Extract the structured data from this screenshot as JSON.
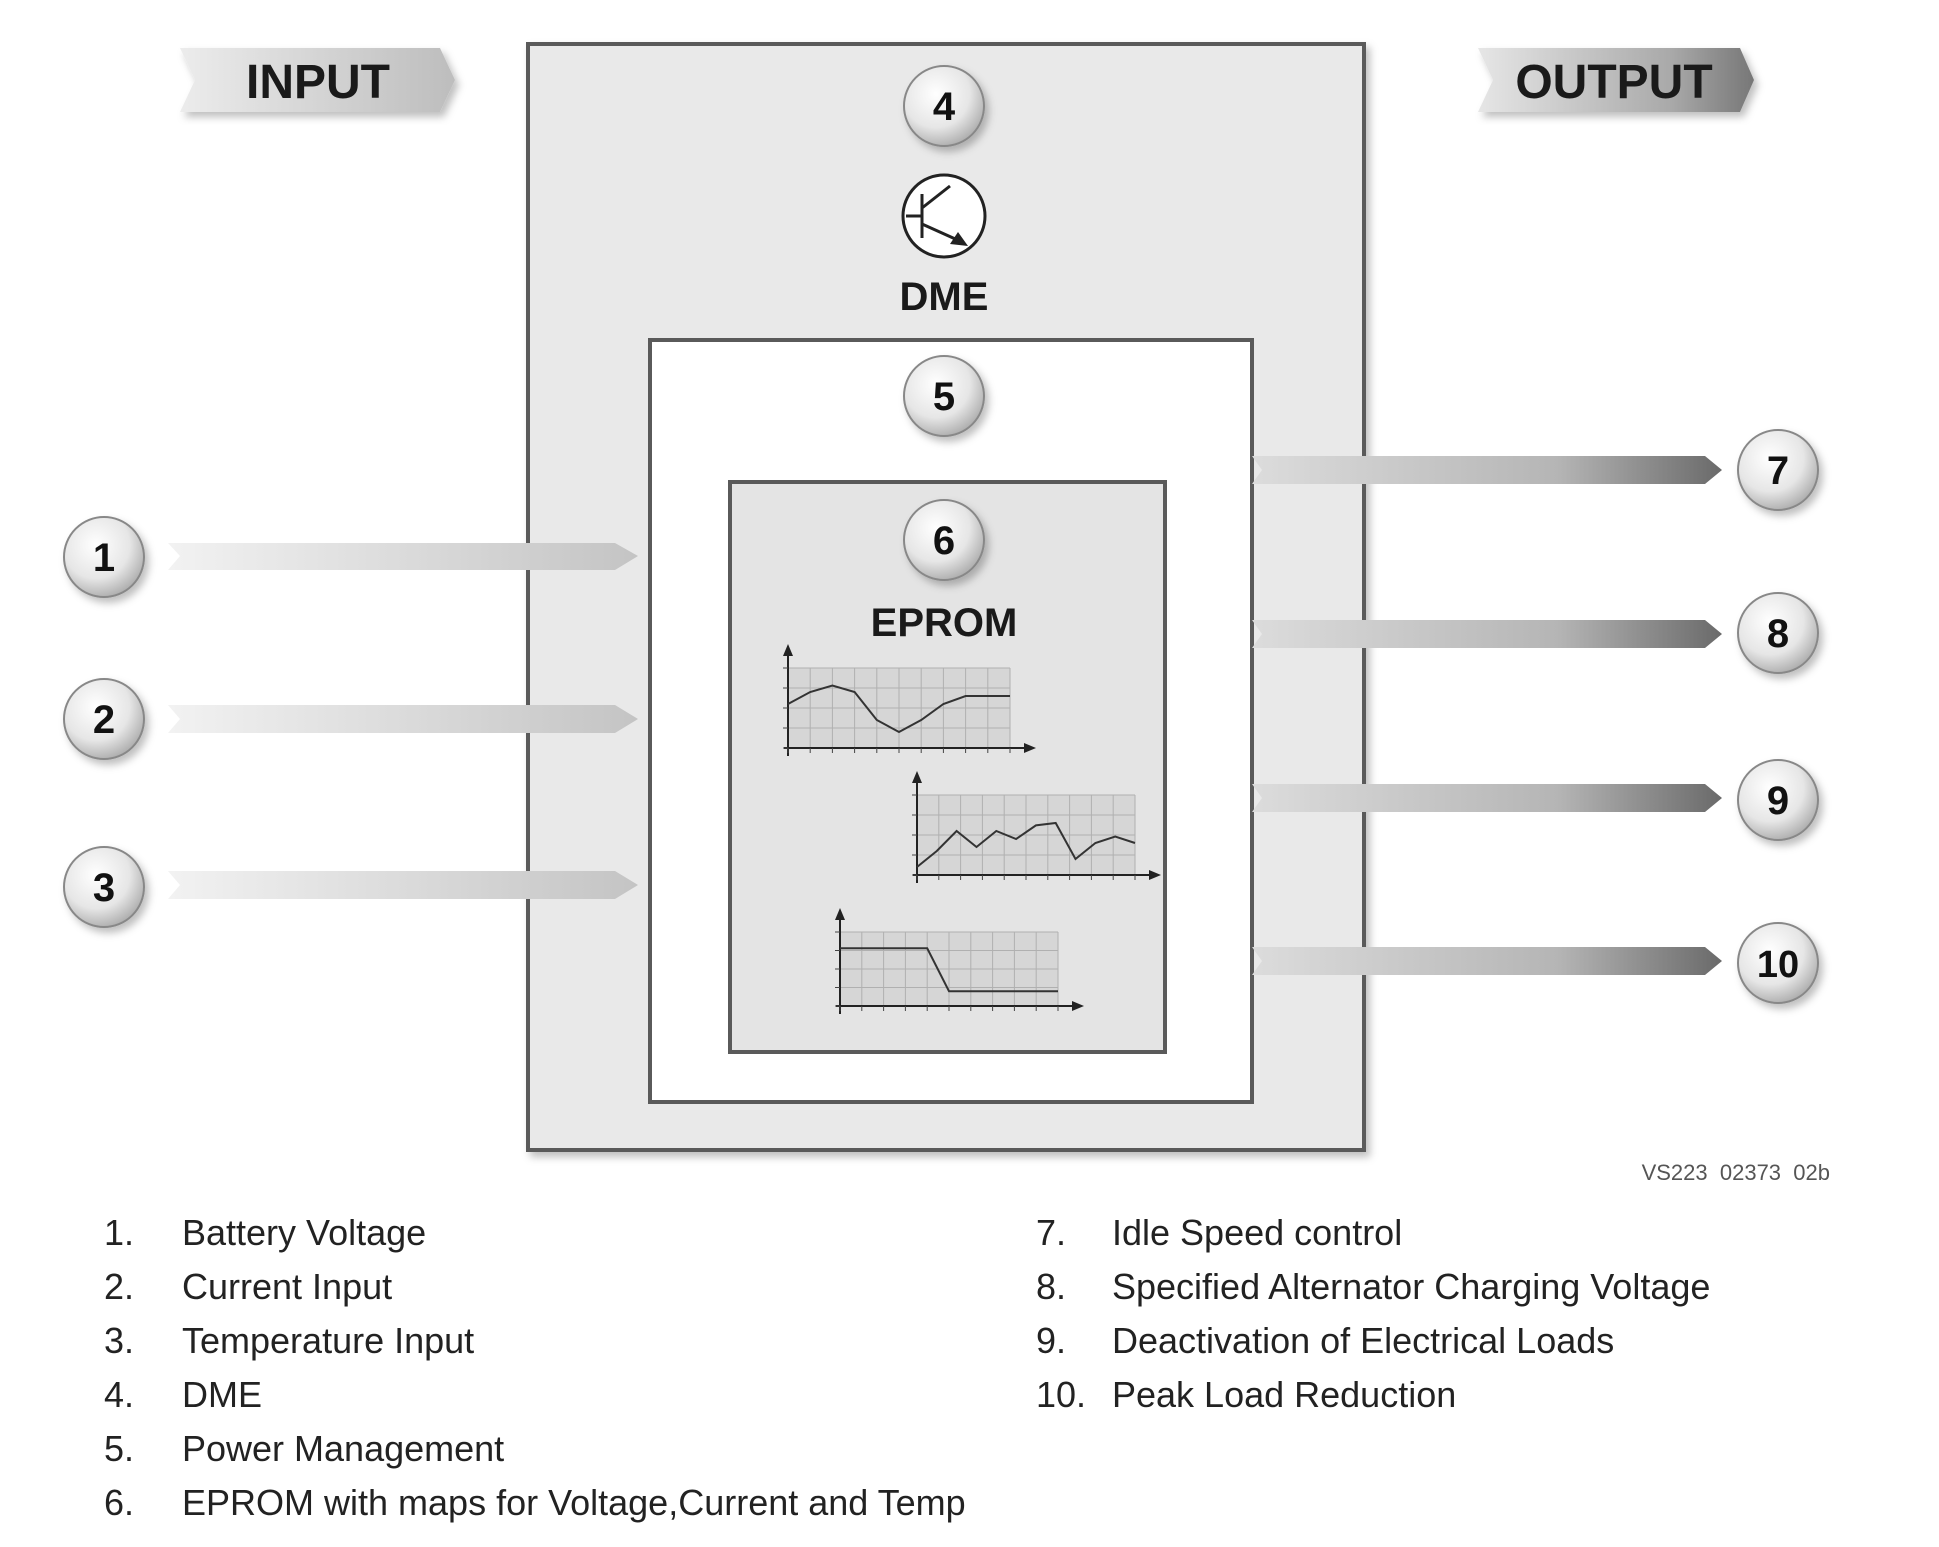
{
  "header": {
    "input_label": "INPUT",
    "output_label": "OUTPUT"
  },
  "blocks": {
    "dme": {
      "number": "4",
      "label": "DME"
    },
    "power": {
      "number": "5"
    },
    "eprom": {
      "number": "6",
      "label": "EPROM"
    }
  },
  "inputs": [
    {
      "number": "1"
    },
    {
      "number": "2"
    },
    {
      "number": "3"
    }
  ],
  "outputs": [
    {
      "number": "7"
    },
    {
      "number": "8"
    },
    {
      "number": "9"
    },
    {
      "number": "10"
    }
  ],
  "image_code": "VS223_02373_02b",
  "legend": {
    "left": [
      {
        "num": "1.",
        "text": "Battery Voltage"
      },
      {
        "num": "2.",
        "text": "Current Input"
      },
      {
        "num": "3.",
        "text": "Temperature Input"
      },
      {
        "num": "4.",
        "text": "DME"
      },
      {
        "num": "5.",
        "text": "Power Management"
      },
      {
        "num": "6.",
        "text": "EPROM with maps for Voltage,Current and Temp"
      }
    ],
    "right": [
      {
        "num": "7.",
        "text": "Idle Speed control"
      },
      {
        "num": "8.",
        "text": "Specified Alternator Charging Voltage"
      },
      {
        "num": "9.",
        "text": "Deactivation of Electrical Loads"
      },
      {
        "num": "10.",
        "text": "Peak Load Reduction"
      }
    ]
  },
  "maps": [
    {
      "values": [
        0.55,
        0.7,
        0.78,
        0.7,
        0.35,
        0.2,
        0.35,
        0.55,
        0.65,
        0.65,
        0.65
      ]
    },
    {
      "values": [
        0.1,
        0.3,
        0.55,
        0.35,
        0.55,
        0.45,
        0.62,
        0.65,
        0.2,
        0.4,
        0.48,
        0.4
      ]
    },
    {
      "values": [
        0.78,
        0.78,
        0.78,
        0.78,
        0.78,
        0.2,
        0.2,
        0.2,
        0.2,
        0.2,
        0.2
      ]
    }
  ]
}
